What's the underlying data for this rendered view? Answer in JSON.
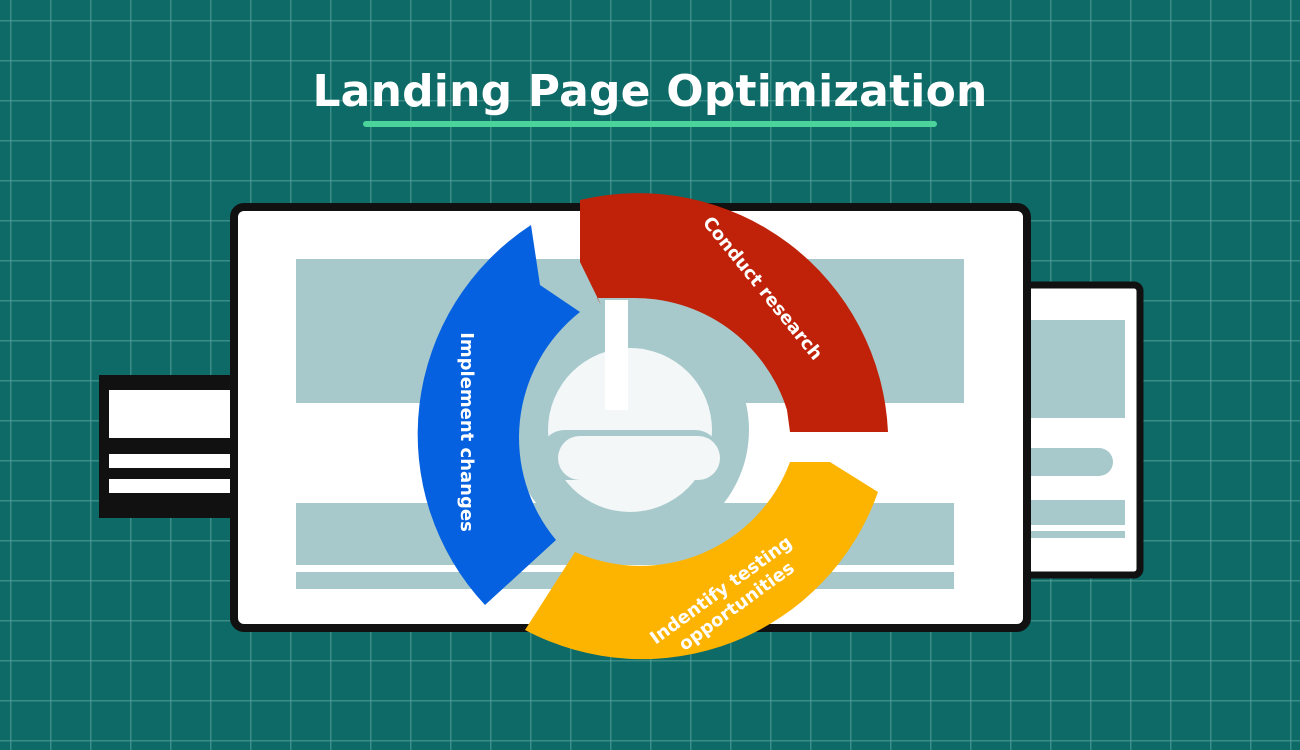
{
  "title": "Landing Page Optimization",
  "cycle": {
    "steps": [
      {
        "label": "Conduct research",
        "color": "#bf2208"
      },
      {
        "label": "Indentify testing",
        "label_line2": "opportunities",
        "color": "#fdb400"
      },
      {
        "label": "Implement changes",
        "color": "#0561df"
      }
    ]
  },
  "colors": {
    "background": "#0d6a66",
    "grid": "#5ea8a0",
    "accent_underline": "#4bd39b",
    "frame": "#111111",
    "placeholder": "#a7c9cb",
    "card": "#ffffff"
  }
}
